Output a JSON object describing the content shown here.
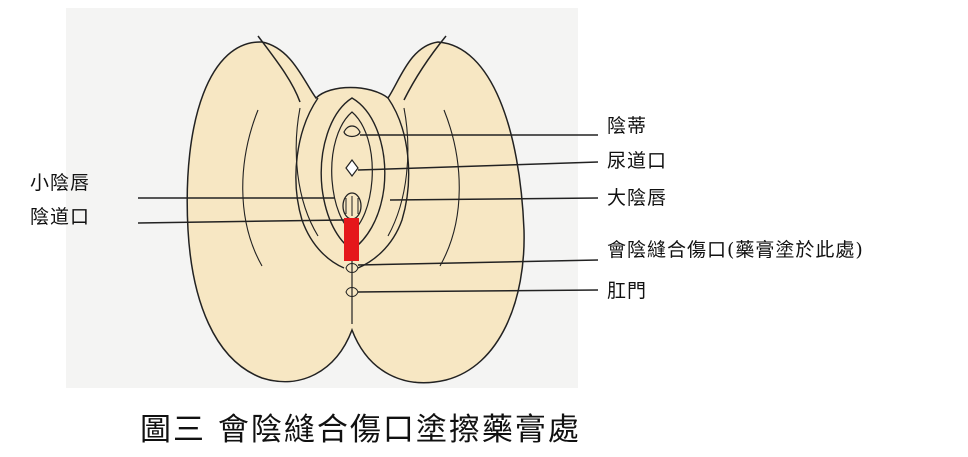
{
  "labels": {
    "left_labia_minora": "小陰唇",
    "left_vaginal_opening": "陰道口",
    "right_clitoris": "陰蒂",
    "right_urethral_opening": "尿道口",
    "right_labia_majora": "大陰唇",
    "right_perineal_wound": "會陰縫合傷口(藥膏塗於此處)",
    "right_anus": "肛門"
  },
  "caption": "圖三  會陰縫合傷口塗擦藥膏處",
  "colors": {
    "skin": "#f7e7c3",
    "wound_marker": "#e5171b",
    "line": "#222222"
  }
}
